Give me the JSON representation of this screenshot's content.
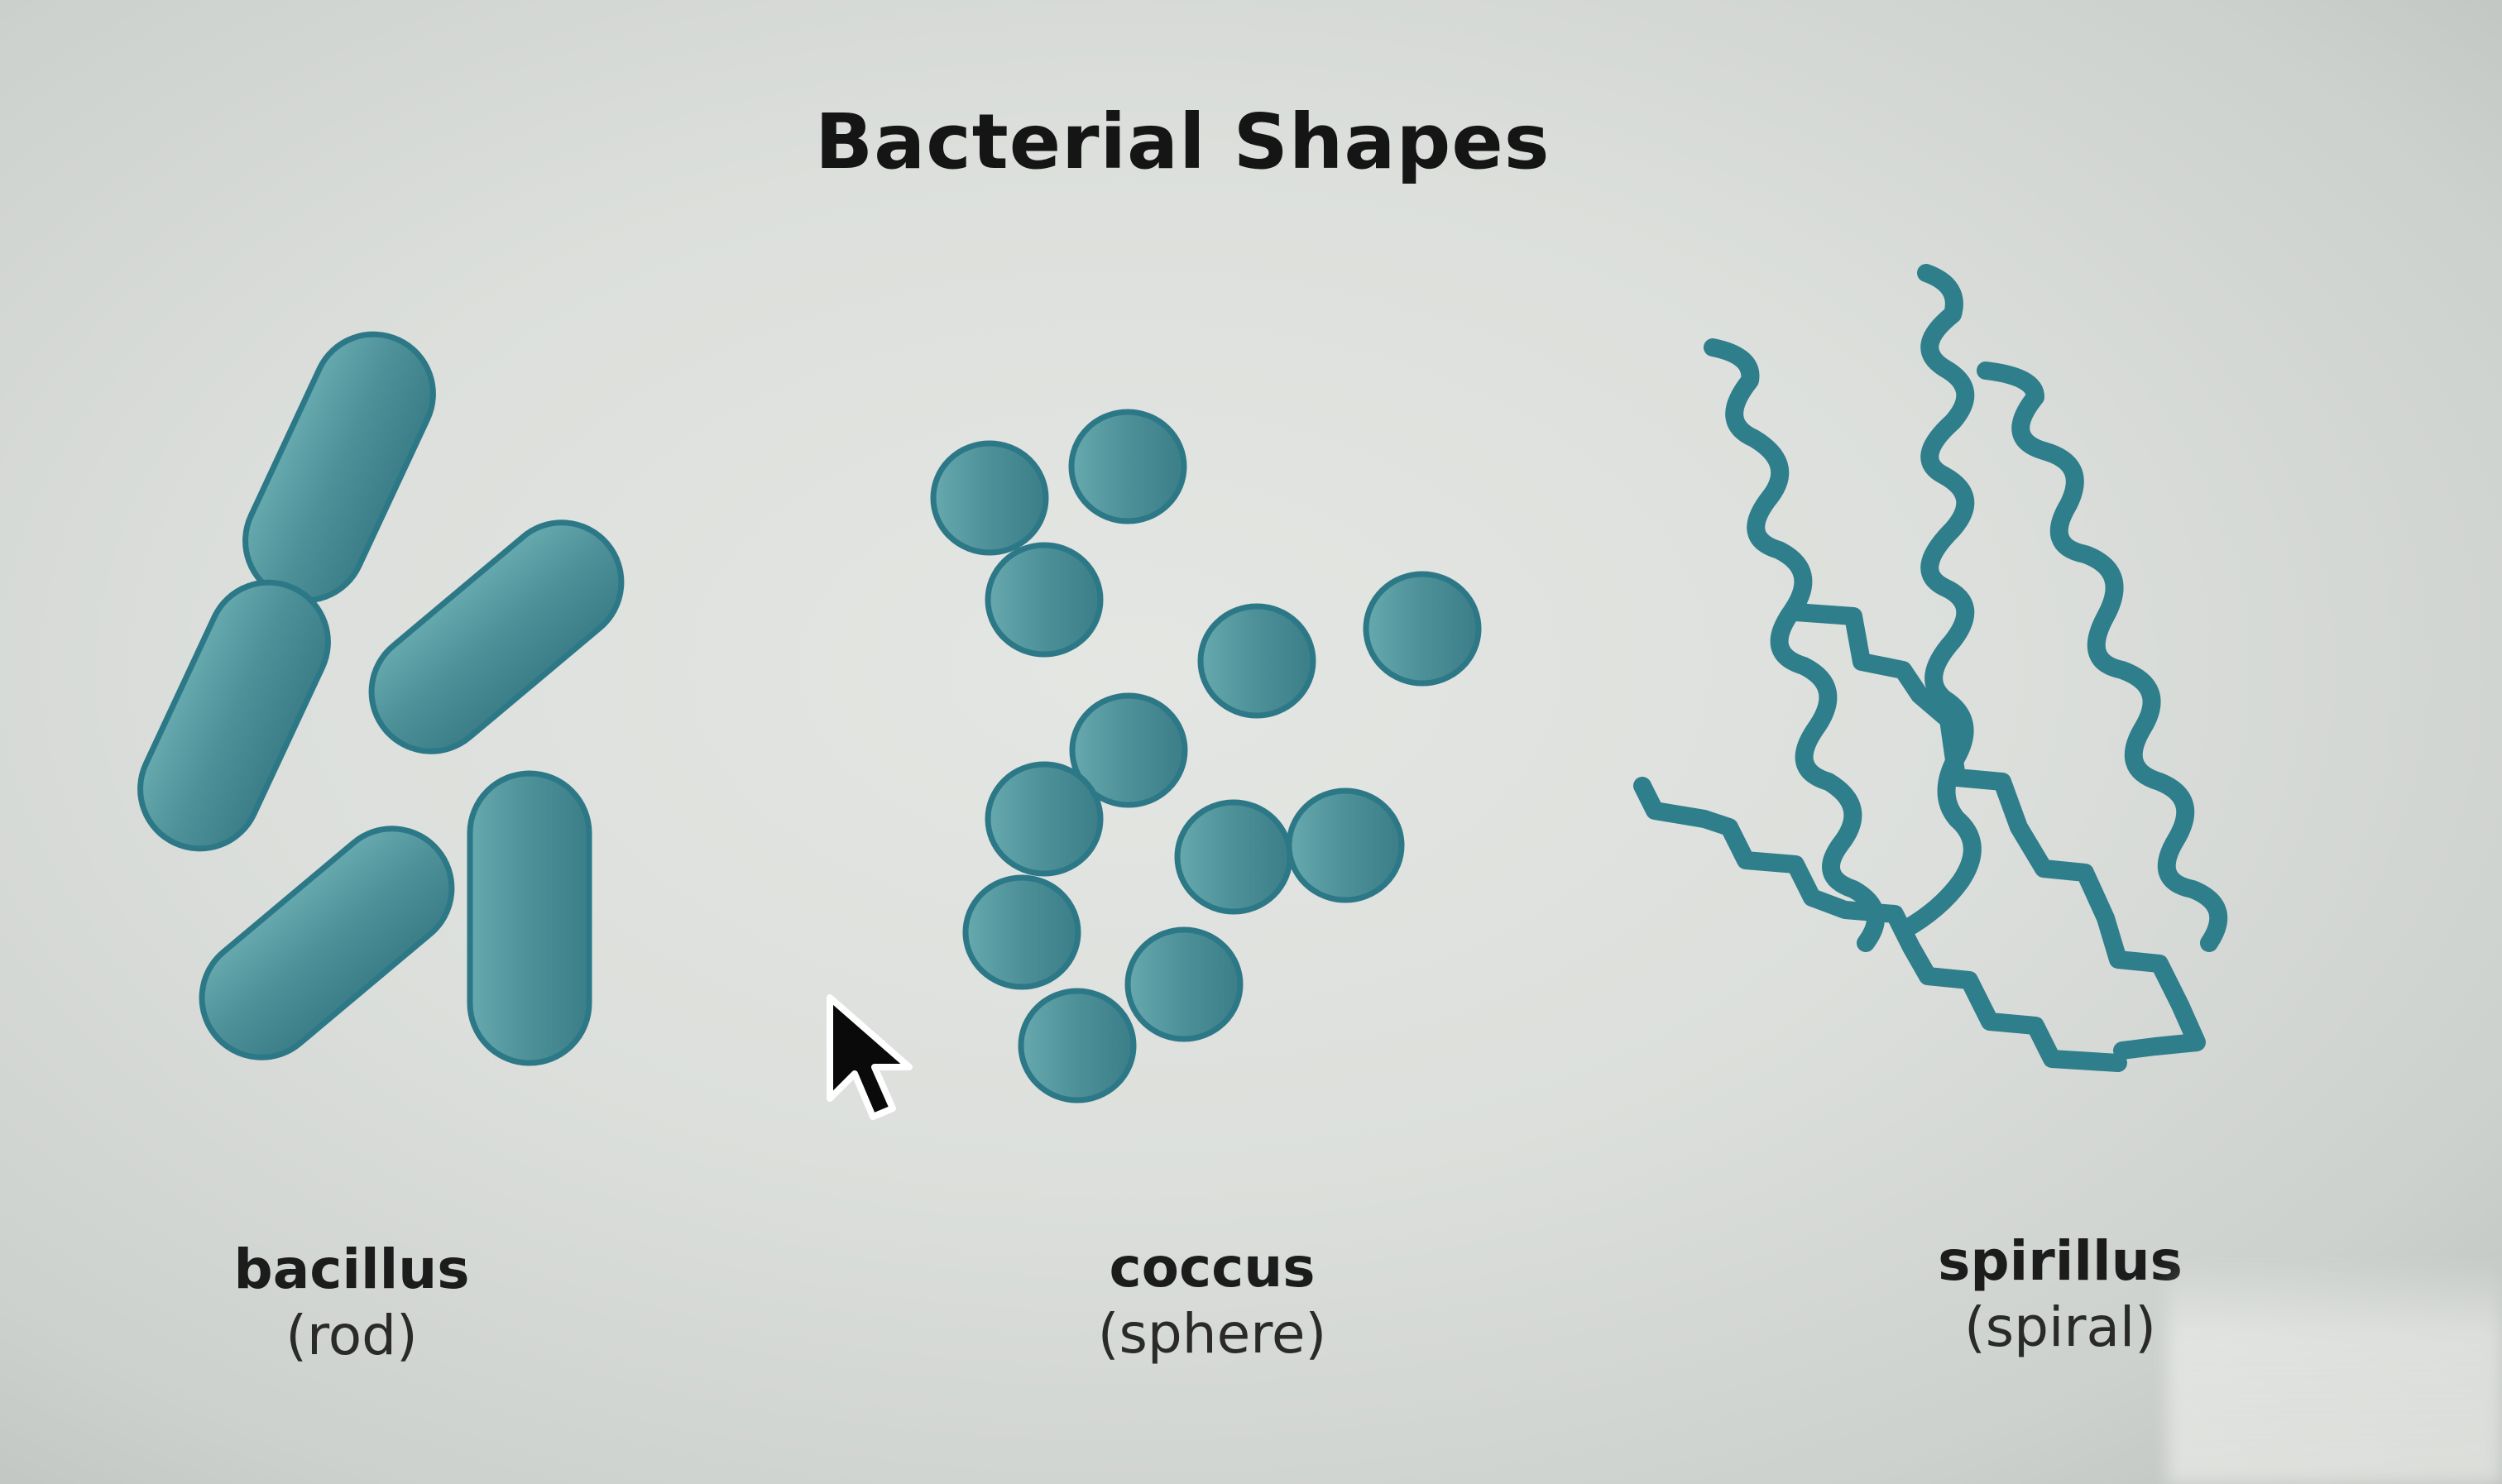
{
  "title": "Bacterial Shapes",
  "colors": {
    "cell_fill_light": "#63a6ab",
    "cell_fill_dark": "#3c7f89",
    "cell_outline": "#2d7887",
    "background": "#dcdfdb",
    "text": "#151515"
  },
  "shapes": [
    {
      "name": "bacillus",
      "description": "(rod)",
      "icon": "rod-bacteria-icon",
      "count": 5
    },
    {
      "name": "coccus",
      "description": "(sphere)",
      "icon": "sphere-bacteria-icon",
      "count": 12
    },
    {
      "name": "spirillus",
      "description": "(spiral)",
      "icon": "spiral-bacteria-icon",
      "count": 5
    }
  ],
  "cursor": "arrow-pointer-icon"
}
